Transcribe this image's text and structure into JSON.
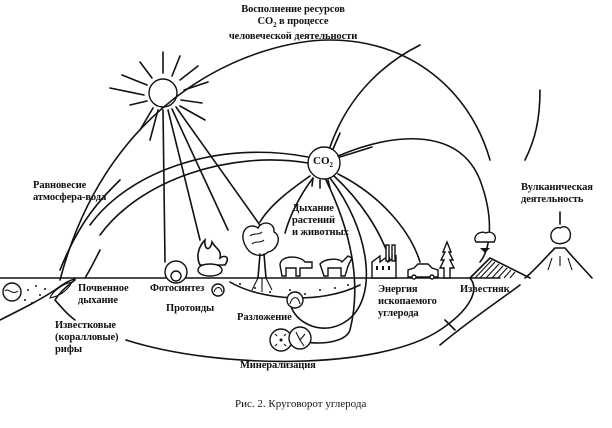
{
  "diagram": {
    "title_top": {
      "line1": "Восполнение ресурсов",
      "line2_prefix": "CO",
      "line2_sub": "2",
      "line2_suffix": " в процессе",
      "line3": "человеческой деятельности"
    },
    "co2_node": {
      "main": "CO",
      "sub": "2"
    },
    "labels": {
      "equilibrium": [
        "Равновесие",
        "атмосфера-вода"
      ],
      "soil_respiration": [
        "Почвенное",
        "дыхание"
      ],
      "photosynthesis": "Фотосинтез",
      "protozoa": "Протоиды",
      "respiration": [
        "Дыхание",
        "растений",
        "и животных"
      ],
      "decomposition": "Разложение",
      "mineralization": "Минерализация",
      "fossil_energy": [
        "Энергия",
        "ископаемого",
        "углерода"
      ],
      "limestone": "Известняк",
      "volcanic": [
        "Вулканическая",
        "деятельность"
      ],
      "coral_reefs": [
        "Известковые",
        "(коралловые)",
        "рифы"
      ]
    },
    "icons": [
      "sun-icon",
      "co2-circle-icon",
      "tree-icon",
      "plant-icon",
      "animal-icons",
      "factory-icon",
      "car-icon",
      "volcano-icon",
      "mountain-icon",
      "microbe-icons"
    ],
    "caption": "Рис. 2. Круговорот углерода"
  }
}
